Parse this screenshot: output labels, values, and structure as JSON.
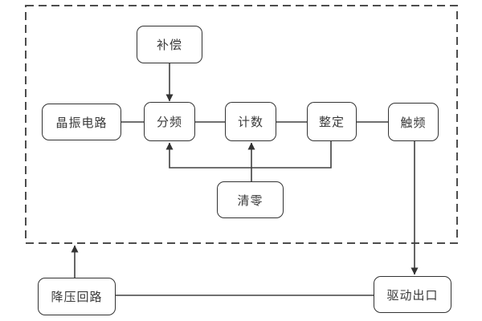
{
  "diagram": {
    "type": "flowchart",
    "background_color": "#ffffff",
    "line_color": "#404040",
    "dashed_border_color": "#4d4d4d",
    "node_fill": "#ffffff",
    "node_border_color": "#333333",
    "node_text_color": "#3a3a3a",
    "nodes": {
      "compensation": {
        "label": "补偿"
      },
      "crystal_circuit": {
        "label": "晶振电路"
      },
      "frequency_divider": {
        "label": "分频"
      },
      "counter": {
        "label": "计数"
      },
      "setting": {
        "label": "整定"
      },
      "trigger_frequency": {
        "label": "触频"
      },
      "clear_zero": {
        "label": "清零"
      },
      "stepdown_circuit": {
        "label": "降压回路"
      },
      "drive_outlet": {
        "label": "驱动出口"
      }
    },
    "edges": [
      {
        "from": "补偿",
        "to": "分频",
        "arrow": true,
        "style": "down"
      },
      {
        "from": "晶振电路",
        "to": "分频",
        "arrow": false,
        "style": "plain"
      },
      {
        "from": "分频",
        "to": "计数",
        "arrow": false,
        "style": "plain"
      },
      {
        "from": "计数",
        "to": "整定",
        "arrow": false,
        "style": "plain"
      },
      {
        "from": "整定",
        "to": "触频",
        "arrow": false,
        "style": "plain"
      },
      {
        "from": "整定",
        "to": "分频",
        "arrow": true,
        "style": "feedback-under"
      },
      {
        "from": "清零",
        "to": "计数",
        "arrow": true,
        "style": "up"
      },
      {
        "from": "触频",
        "to": "驱动出口",
        "arrow": true,
        "style": "down-through-boundary"
      },
      {
        "from": "降压回路",
        "to": "dashed-boundary",
        "arrow": true,
        "style": "up"
      },
      {
        "from": "降压回路",
        "to": "驱动出口",
        "arrow": false,
        "style": "plain"
      }
    ]
  }
}
